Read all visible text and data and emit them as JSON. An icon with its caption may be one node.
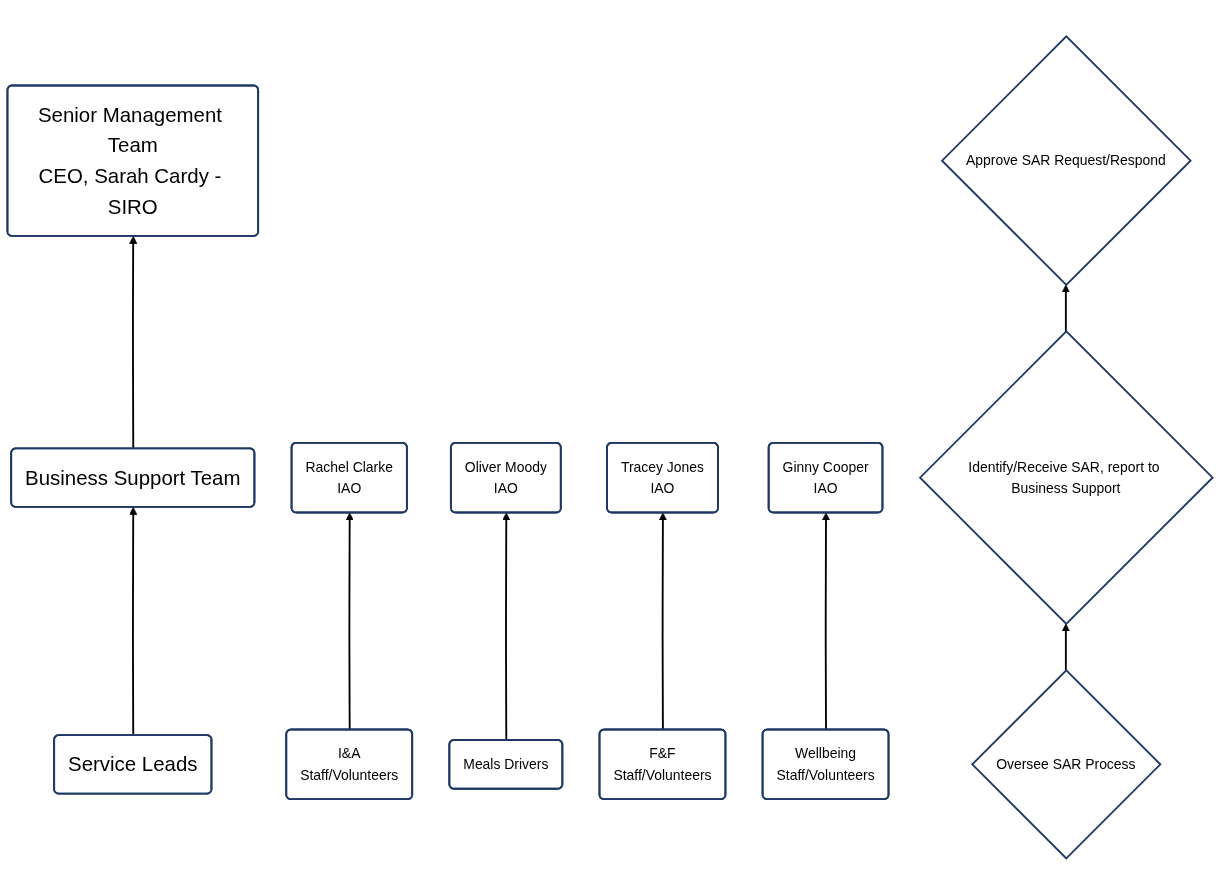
{
  "diagram": {
    "nodes": [
      {
        "text": [
          "Senior Management Team",
          "CEO, Sarah Cardy - SIRO"
        ]
      },
      {
        "text": [
          "Business Support Team"
        ]
      },
      {
        "text": [
          "Service Leads"
        ]
      },
      {
        "text": [
          "Rachel Clarke",
          "IAO"
        ]
      },
      {
        "text": [
          "Oliver Moody",
          "IAO"
        ]
      },
      {
        "text": [
          "Tracey Jones",
          "IAO"
        ]
      },
      {
        "text": [
          "Ginny Cooper",
          "IAO"
        ]
      },
      {
        "text": [
          "I&A",
          "Staff/Volunteers"
        ]
      },
      {
        "text": [
          "Meals Drivers"
        ]
      },
      {
        "text": [
          "F&F",
          "Staff/Volunteers"
        ]
      },
      {
        "text": [
          "Wellbeing",
          "Staff/Volunteers"
        ]
      },
      {
        "text": [
          "Approve SAR Request/Respond"
        ]
      },
      {
        "text": [
          "Identify/Receive SAR, report to Business Support"
        ]
      },
      {
        "text": [
          "Oversee SAR Process"
        ]
      }
    ],
    "edges": [
      {
        "from": 1,
        "to": 0,
        "arrow": "to"
      },
      {
        "from": 2,
        "to": 1,
        "arrow": "to"
      },
      {
        "from": 7,
        "to": 3,
        "arrow": "to"
      },
      {
        "from": 8,
        "to": 4,
        "arrow": "to"
      },
      {
        "from": 9,
        "to": 5,
        "arrow": "to"
      },
      {
        "from": 10,
        "to": 6,
        "arrow": "to"
      },
      {
        "from": 12,
        "to": 11,
        "arrow": "to"
      },
      {
        "from": 13,
        "to": 12,
        "arrow": "to"
      }
    ]
  }
}
